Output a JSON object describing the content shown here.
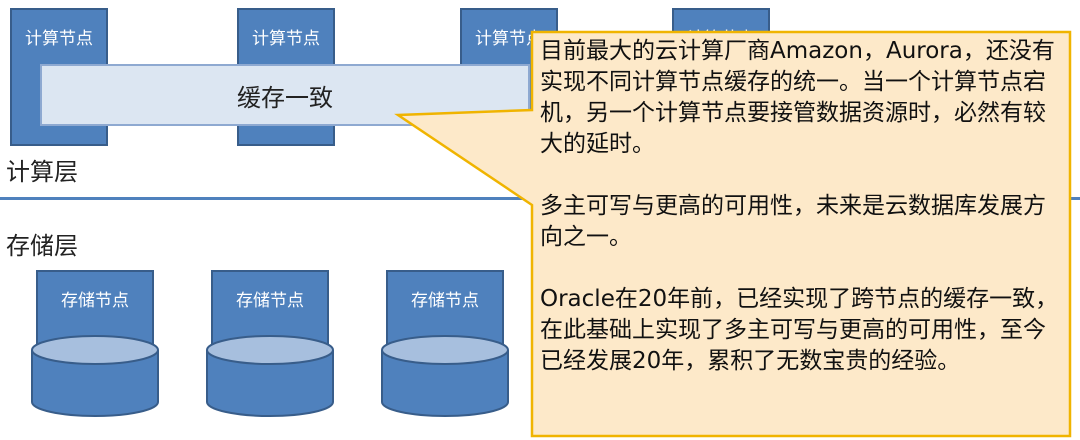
{
  "compute_layer": {
    "label": "计算层",
    "nodes": [
      "计算节点",
      "计算节点",
      "计算节点",
      "计算节点"
    ],
    "cache_label": "缓存一致"
  },
  "storage_layer": {
    "label": "存储层",
    "nodes": [
      "存储节点",
      "存储节点",
      "存储节点"
    ]
  },
  "callout": {
    "paragraph1": "目前最大的云计算厂商Amazon，Aurora，还没有实现不同计算节点缓存的统一。当一个计算节点宕机，另一个计算节点要接管数据资源时，必然有较大的延时。",
    "paragraph2": "多主可写与更高的可用性，未来是云数据库发展方向之一。",
    "paragraph3": "Oracle在20年前，已经实现了跨节点的缓存一致，在此基础上实现了多主可写与更高的可用性，至今已经发展20年，累积了无数宝贵的经验。"
  },
  "colors": {
    "node_fill": "#4f81bd",
    "node_border": "#385d8a",
    "cache_fill": "#dce6f2",
    "callout_fill": "#fde9c9",
    "callout_border": "#f0b400"
  }
}
